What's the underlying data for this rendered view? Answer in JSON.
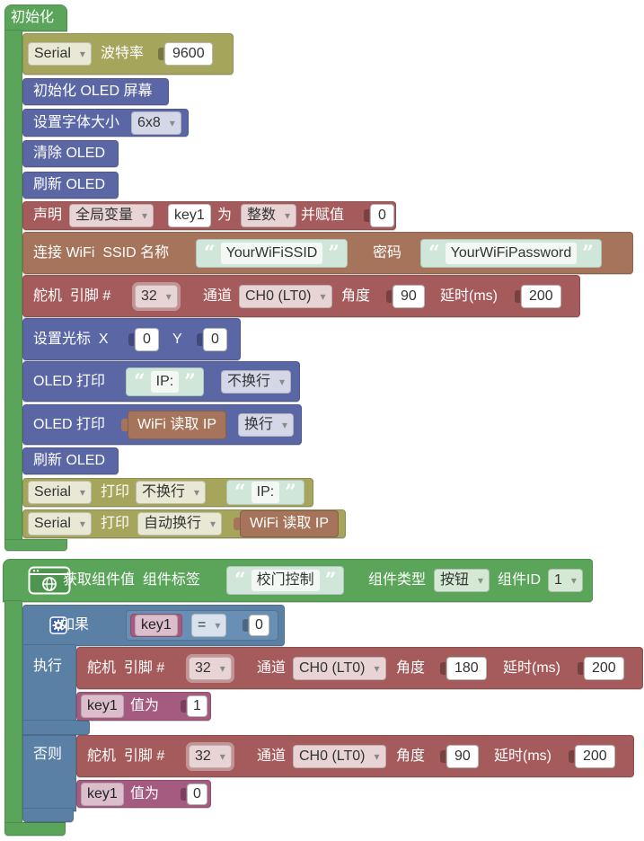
{
  "colors": {
    "event": "#5ba55b",
    "serial": "#a5a55b",
    "oled": "#5b67a5",
    "servo_declare": "#a55b5b",
    "wifi": "#a5745b",
    "logic": "#5b80a5",
    "variable": "#a55b80"
  },
  "icons": {
    "event_icon": "web-component-icon",
    "if_icon": "gear-icon"
  },
  "setup": {
    "hat": "初始化",
    "serial_begin": {
      "port": "Serial",
      "label": "波特率",
      "baud": "9600"
    },
    "oled_init": "初始化 OLED 屏幕",
    "font": {
      "label": "设置字体大小",
      "size": "6x8"
    },
    "oled_clear": "清除 OLED",
    "oled_refresh_1": "刷新 OLED",
    "declare": {
      "label": "声明",
      "scope": "全局变量",
      "name": "key1",
      "as": "为",
      "type": "整数",
      "assign": "并赋值",
      "value": "0"
    },
    "wifi": {
      "label": "连接 WiFi  SSID 名称",
      "ssid": "YourWiFiSSID",
      "password_label": "密码",
      "password": "YourWiFiPassword"
    },
    "servo": {
      "label": "舵机  引脚 #",
      "pin": "32",
      "channel_label": "通道",
      "channel": "CH0 (LT0)",
      "angle_label": "角度",
      "angle": "90",
      "delay_label": "延时(ms)",
      "delay": "200"
    },
    "cursor": {
      "label": "设置光标  X",
      "x": "0",
      "y_label": "Y",
      "y": "0"
    },
    "oled_print_1": {
      "label": "OLED 打印",
      "text": "IP:",
      "newline": "不换行"
    },
    "oled_print_2": {
      "label": "OLED 打印",
      "value": "WiFi 读取 IP",
      "newline": "换行"
    },
    "oled_refresh_2": "刷新 OLED",
    "serial_print_1": {
      "port": "Serial",
      "label": "打印",
      "newline": "不换行",
      "text": "IP:"
    },
    "serial_print_2": {
      "port": "Serial",
      "label": "打印",
      "newline": "自动换行",
      "value": "WiFi 读取 IP"
    }
  },
  "event": {
    "label": "获取组件值  组件标签",
    "tag": "校门控制",
    "type_label": "组件类型",
    "type": "按钮",
    "id_label": "组件ID",
    "id": "1",
    "if_block": {
      "if_label": "如果",
      "condition": {
        "var": "key1",
        "op": "=",
        "value": "0"
      },
      "then_label": "执行",
      "else_label": "否则",
      "then": {
        "servo": {
          "label": "舵机  引脚 #",
          "pin": "32",
          "channel_label": "通道",
          "channel": "CH0 (LT0)",
          "angle_label": "角度",
          "angle": "180",
          "delay_label": "延时(ms)",
          "delay": "200"
        },
        "set": {
          "var": "key1",
          "label": "值为",
          "value": "1"
        }
      },
      "else": {
        "servo": {
          "label": "舵机  引脚 #",
          "pin": "32",
          "channel_label": "通道",
          "channel": "CH0 (LT0)",
          "angle_label": "角度",
          "angle": "90",
          "delay_label": "延时(ms)",
          "delay": "200"
        },
        "set": {
          "var": "key1",
          "label": "值为",
          "value": "0"
        }
      }
    }
  }
}
